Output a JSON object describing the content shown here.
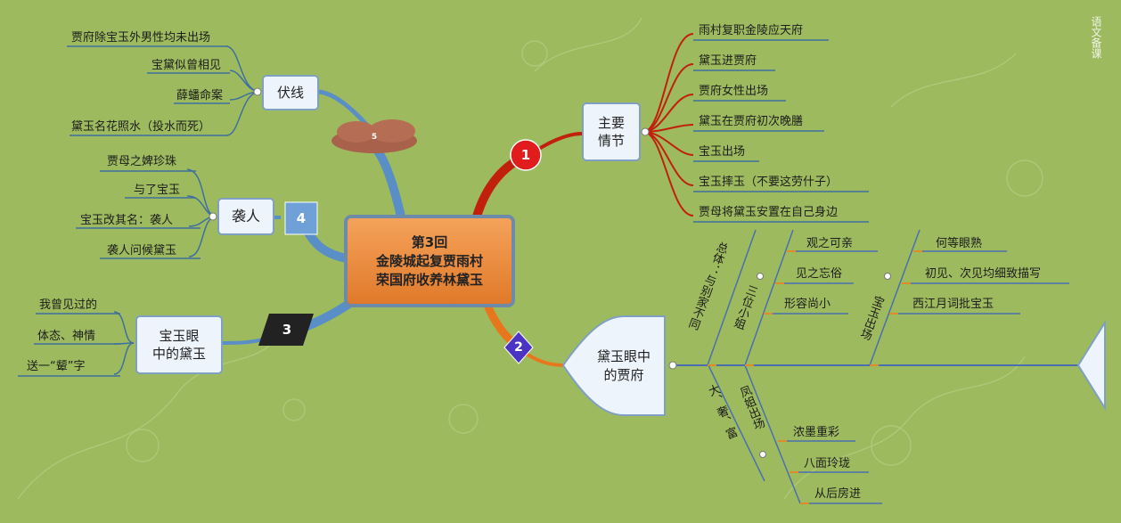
{
  "center": {
    "line1": "第3回",
    "line2": "金陵城起复贾雨村",
    "line3": "荣国府收养林黛玉"
  },
  "branches": {
    "b1": {
      "number": "1",
      "label_line1": "主要",
      "label_line2": "情节",
      "items": [
        "雨村复职金陵应天府",
        "黛玉进贾府",
        "贾府女性出场",
        "黛玉在贾府初次晚膳",
        "宝玉出场",
        "宝玉摔玉（不要这劳什子）",
        "贾母将黛玉安置在自己身边"
      ]
    },
    "b2": {
      "number": "2",
      "label_line1": "黛玉眼中",
      "label_line2": "的贾府",
      "upper_label": "总体：与别家不同",
      "sub_sisters": {
        "label": "三位小姐",
        "items": [
          "观之可亲",
          "见之忘俗",
          "形容尚小"
        ]
      },
      "sub_baoyu": {
        "label": "宝玉出场",
        "items": [
          "何等眼熟",
          "初见、次见均细致描写",
          "西江月词批宝玉"
        ]
      },
      "lower_label": "大、奢、富",
      "sub_fengjie": {
        "label": "凤姐出场",
        "items": [
          "浓墨重彩",
          "八面玲珑",
          "从后房进"
        ]
      }
    },
    "b3": {
      "number": "3",
      "label_line1": "宝玉眼",
      "label_line2": "中的黛玉",
      "items": [
        "我曾见过的",
        "体态、神情",
        "送一“颦”字"
      ]
    },
    "b4": {
      "number": "4",
      "label": "袭人",
      "items": [
        "贾母之婢珍珠",
        "与了宝玉",
        "宝玉改其名：袭人",
        "袭人问候黛玉"
      ]
    },
    "b5": {
      "number": "5",
      "label": "伏线",
      "items": [
        "贾府除宝玉外男性均未出场",
        "宝黛似曾相见",
        "薛蟠命案",
        "黛玉名花照水（投水而死）"
      ]
    }
  },
  "watermark": "语文备课",
  "colors": {
    "background": "#9dbb5e",
    "branch_red": "#c0200c",
    "branch_blue": "#5a8ec6",
    "branch_orange": "#e8761c",
    "node_fill": "#eef4fb",
    "leaf_line": "#3f6f9f",
    "fishbone_line": "#4a6fb0",
    "fishbone_tick": "#e08a2a"
  }
}
